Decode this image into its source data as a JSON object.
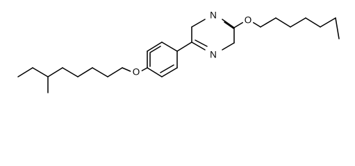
{
  "molecule": {
    "atom_labels": {
      "ring_n_top": "N",
      "ring_n_bottom": "N",
      "ether_o_right": "O",
      "ether_o_left": "O"
    },
    "colors": {
      "bond": "#000000",
      "label": "#000000",
      "background": "#ffffff"
    }
  }
}
